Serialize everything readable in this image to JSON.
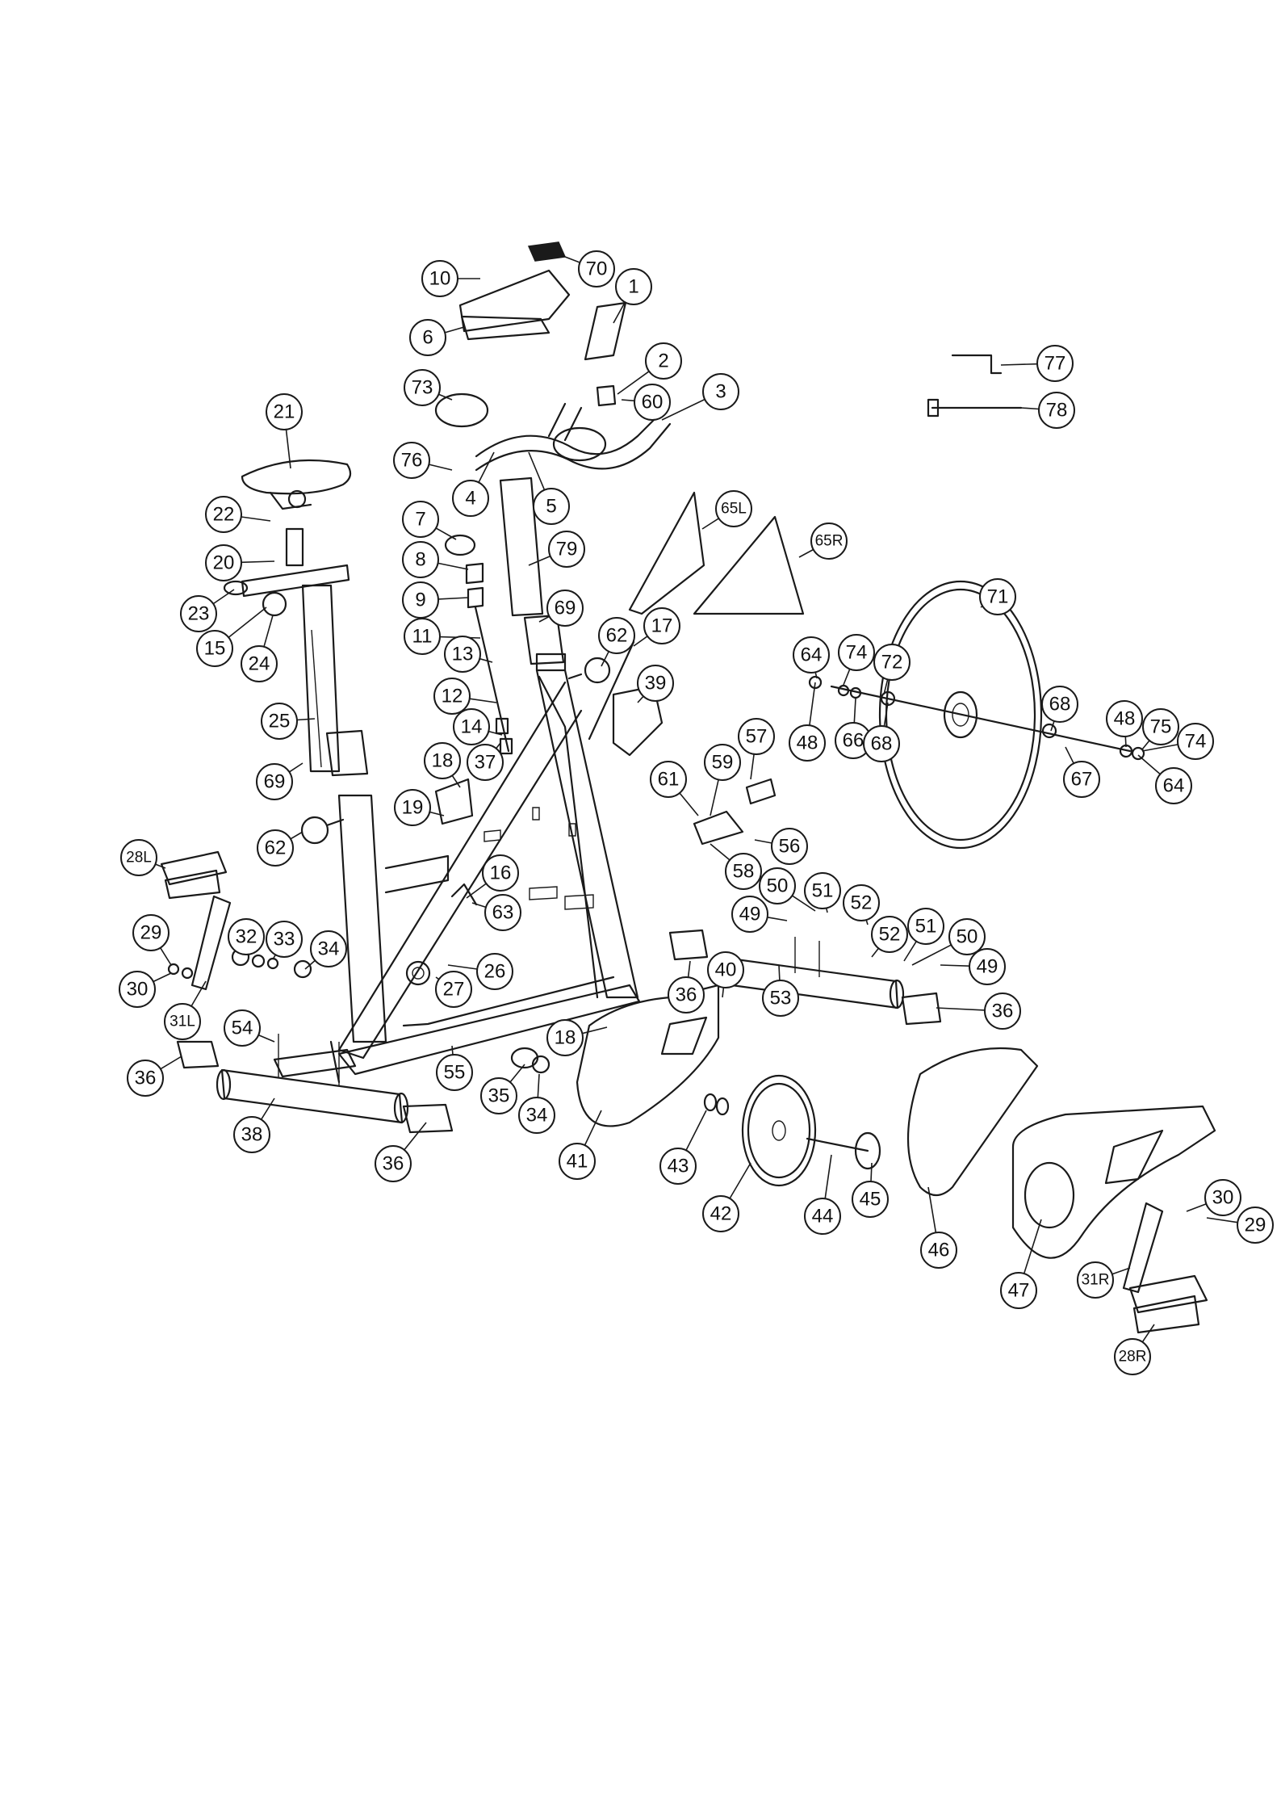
{
  "diagram": {
    "type": "exploded-parts-diagram",
    "colors": {
      "line": "#1a1a1a",
      "background": "#ffffff"
    },
    "callouts": [
      "1",
      "2",
      "3",
      "4",
      "5",
      "6",
      "7",
      "8",
      "9",
      "10",
      "11",
      "12",
      "13",
      "14",
      "15",
      "16",
      "17",
      "18",
      "18",
      "19",
      "20",
      "21",
      "22",
      "23",
      "24",
      "25",
      "26",
      "27",
      "28L",
      "28R",
      "29",
      "29",
      "30",
      "30",
      "31L",
      "31R",
      "32",
      "33",
      "34",
      "34",
      "35",
      "36",
      "36",
      "36",
      "36",
      "37",
      "38",
      "39",
      "40",
      "41",
      "42",
      "43",
      "44",
      "45",
      "46",
      "47",
      "48",
      "48",
      "49",
      "49",
      "50",
      "50",
      "51",
      "51",
      "52",
      "52",
      "53",
      "54",
      "55",
      "56",
      "57",
      "58",
      "59",
      "60",
      "61",
      "62",
      "62",
      "63",
      "64",
      "64",
      "65L",
      "65R",
      "66",
      "67",
      "68",
      "68",
      "69",
      "69",
      "70",
      "71",
      "72",
      "73",
      "74",
      "74",
      "75",
      "76",
      "77",
      "78",
      "79"
    ]
  }
}
